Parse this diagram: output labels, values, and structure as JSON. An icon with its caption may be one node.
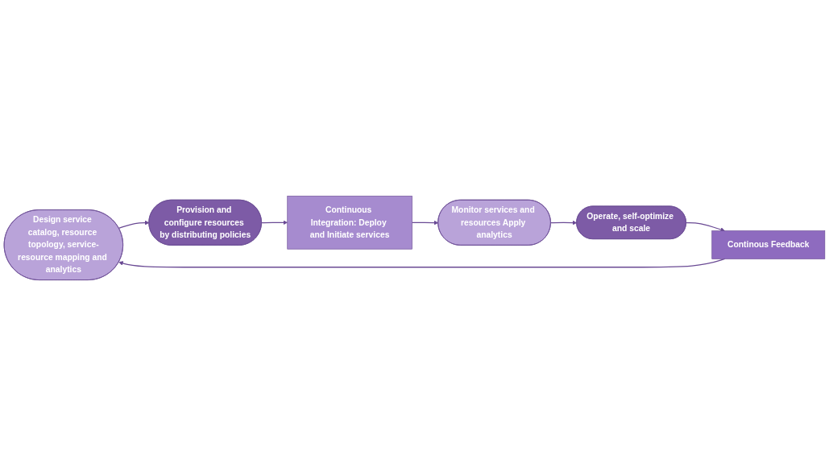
{
  "diagram": {
    "nodes": [
      {
        "text": [
          "Design service catalog, resource topology, service-resource mapping and analytics"
        ]
      },
      {
        "text": [
          "Continous Feedback"
        ]
      },
      {
        "text": [
          "Continuous Integration: Deploy and Initiate services"
        ]
      },
      {
        "text": [
          "Monitor services and resources Apply analytics"
        ]
      },
      {
        "text": [
          "Provision and configure resources by distributing policies"
        ]
      },
      {
        "text": [
          "Operate, self-optimize and scale"
        ]
      }
    ],
    "edges": [
      {
        "from": 0,
        "to": 4,
        "arrow": "to"
      },
      {
        "from": 4,
        "to": 2,
        "arrow": "to"
      },
      {
        "from": 2,
        "to": 3,
        "arrow": "to"
      },
      {
        "from": 3,
        "to": 5,
        "arrow": "to"
      },
      {
        "from": 5,
        "to": 1,
        "arrow": "to"
      },
      {
        "from": 1,
        "to": 0,
        "arrow": "to"
      }
    ]
  }
}
